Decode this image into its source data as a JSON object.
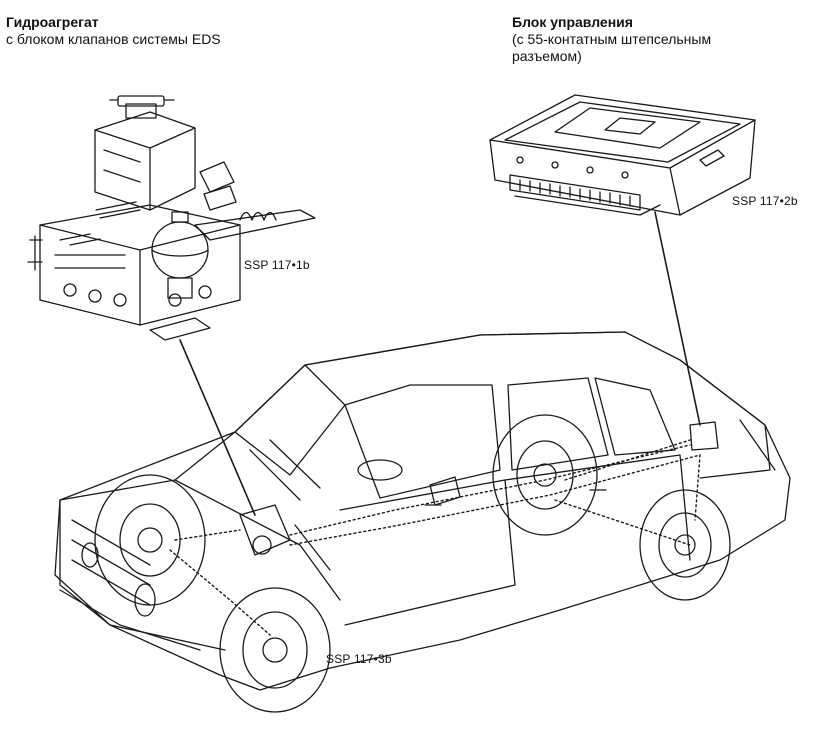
{
  "labels": {
    "hydraulic_unit": {
      "title": "Гидроагрегат",
      "subtitle": "с блоком клапанов системы EDS"
    },
    "control_unit": {
      "title": "Блок управления",
      "subtitle": "(с 55-контатным штепсельным разъемом)"
    }
  },
  "refs": {
    "hydraulic": "SSP 117•1b",
    "control": "SSP 117•2b",
    "wheel_sensor": "SSP 117•3b"
  },
  "colors": {
    "line": "#1a1a1a",
    "background": "#ffffff"
  }
}
